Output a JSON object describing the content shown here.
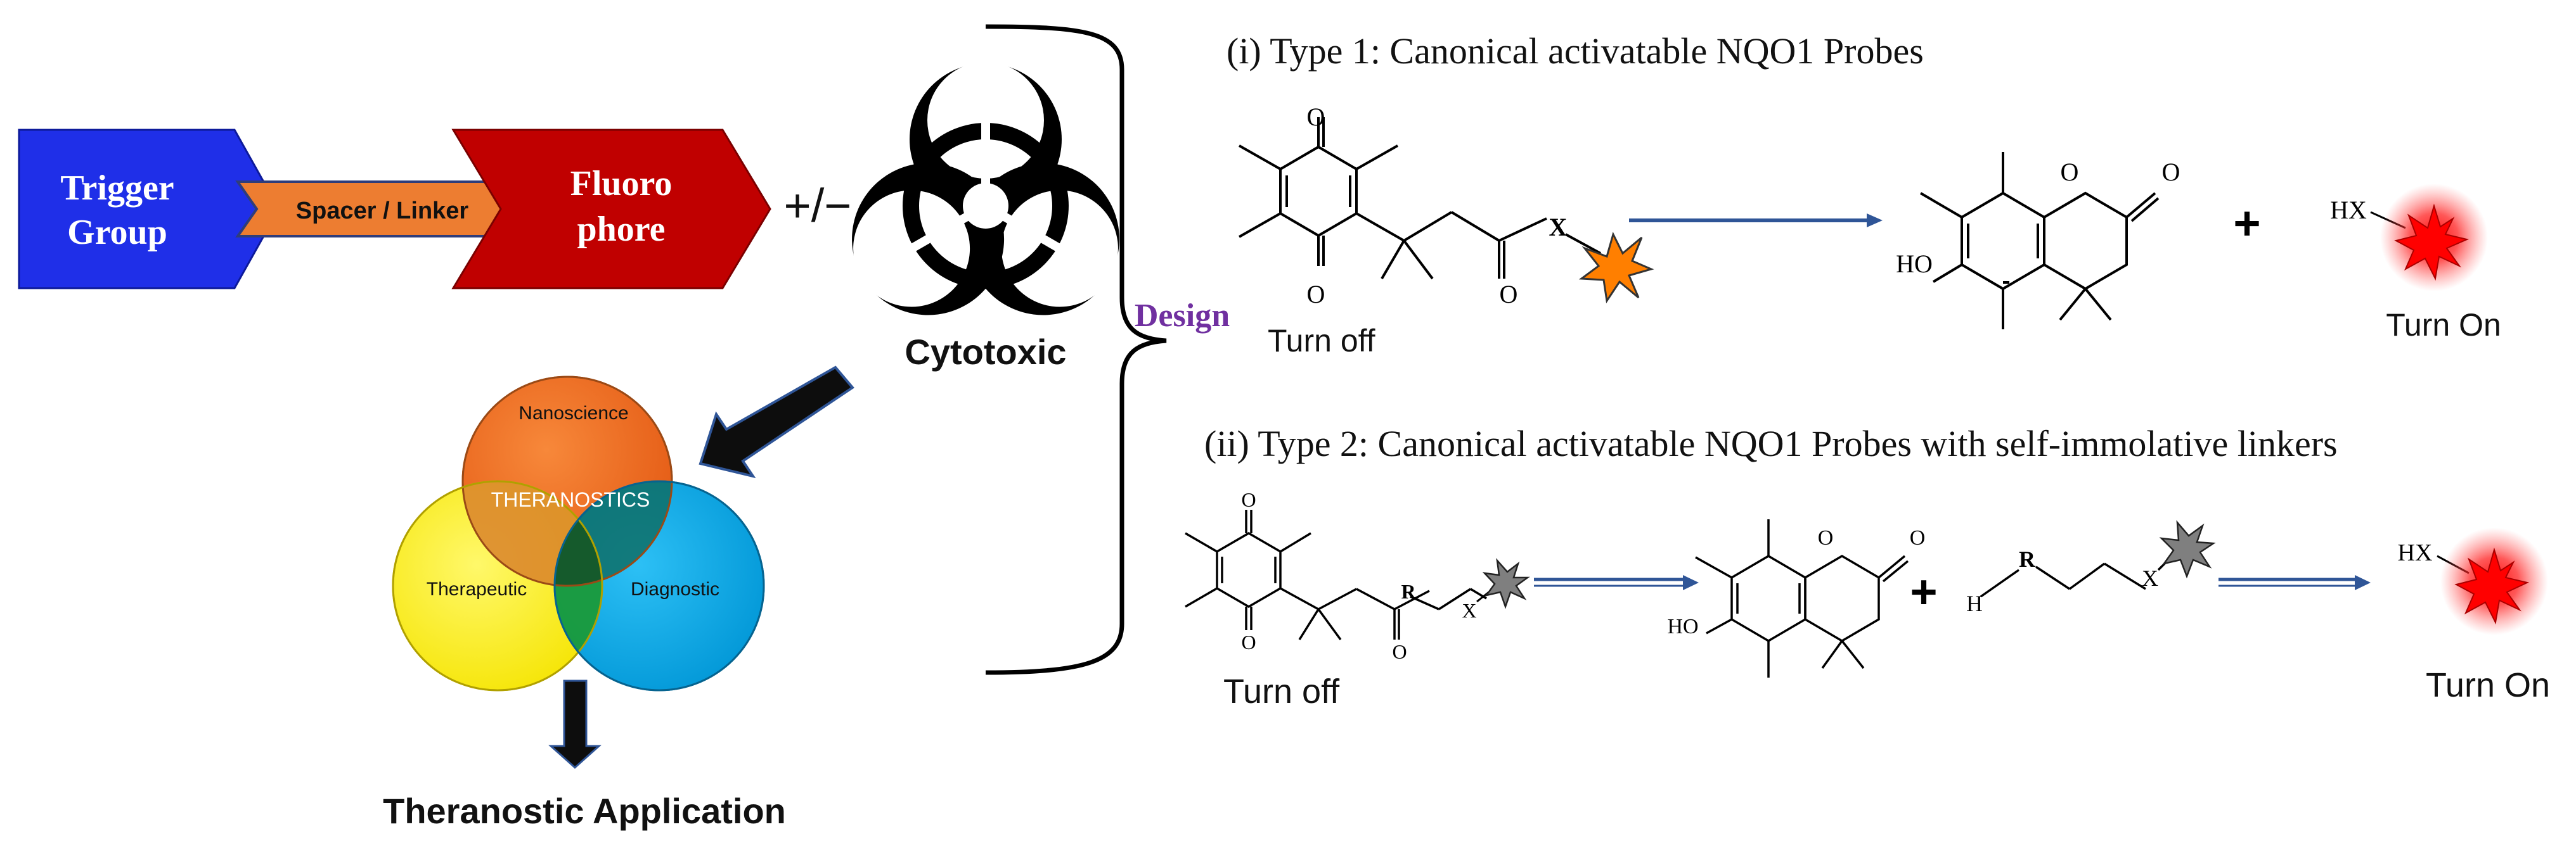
{
  "header_left": {
    "trigger_group": [
      "Trigger",
      "Group"
    ],
    "spacer_linker": "Spacer / Linker",
    "fluorophore": [
      "Fluoro",
      "phore"
    ],
    "plus_minus": "+/−",
    "cytotoxic": "Cytotoxic",
    "design": "Design",
    "biohazard_icon": "biohazard-icon"
  },
  "venn": {
    "nanoscience": "Nanoscience",
    "theranostics": "THERANOSTICS",
    "therapeutic": "Therapeutic",
    "diagnostic": "Diagnostic",
    "application": "Theranostic Application",
    "colors": {
      "nanoscience": "#f26522",
      "therapeutic": "#fff200",
      "diagnostic": "#00aeef",
      "overlap": "#1a8a3a"
    }
  },
  "type1": {
    "title": "(i) Type 1: Canonical activatable NQO1 Probes",
    "x_label": "X",
    "o_label": "O",
    "ho_label": "HO",
    "plus": "+",
    "hx_label": "HX",
    "turn_off": "Turn off",
    "turn_on": "Turn On"
  },
  "type2": {
    "title": "(ii) Type 2: Canonical activatable NQO1 Probes with self-immolative linkers",
    "r_label": "R",
    "x_label": "X",
    "o_label": "O",
    "h_label": "H",
    "ho_label": "HO",
    "plus": "+",
    "hx_label": "HX",
    "turn_off": "Turn off",
    "turn_on": "Turn On"
  },
  "colors": {
    "trigger_blue": "#1f2fe8",
    "spacer_orange": "#ed7d31",
    "fluoro_red": "#c00000",
    "design_purple": "#7030a0",
    "arrow_blue": "#2f5597",
    "star_orange": "#ff7f00",
    "star_gray": "#7f7f7f",
    "glow_red": "#ff0000"
  }
}
